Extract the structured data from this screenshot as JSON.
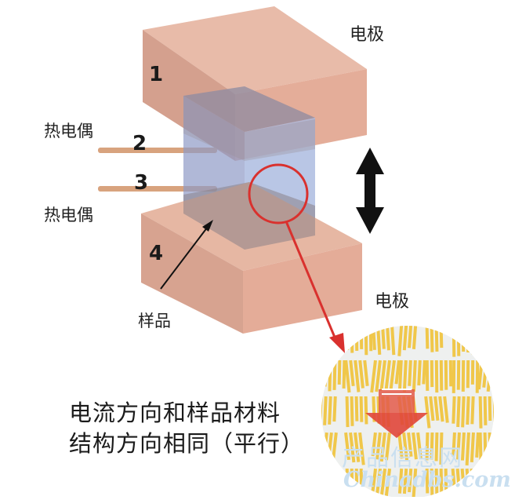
{
  "labels": {
    "electrode_top": "电极",
    "electrode_bottom": "电极",
    "thermocouple_top": "热电偶",
    "thermocouple_bottom": "热电偶",
    "sample": "样品"
  },
  "numbers": {
    "n1": "1",
    "n2": "2",
    "n3": "3",
    "n4": "4"
  },
  "caption": {
    "line1": "电流方向和样品材料",
    "line2": "结构方向相同（平行）"
  },
  "watermark": {
    "cn": "产品信息网",
    "en": "Chinadbs.com"
  },
  "colors": {
    "electrode": "#e7b3a2",
    "sample": "#9fb2d8",
    "highlight": "#d9312e",
    "fiber": "#f0c74a"
  }
}
